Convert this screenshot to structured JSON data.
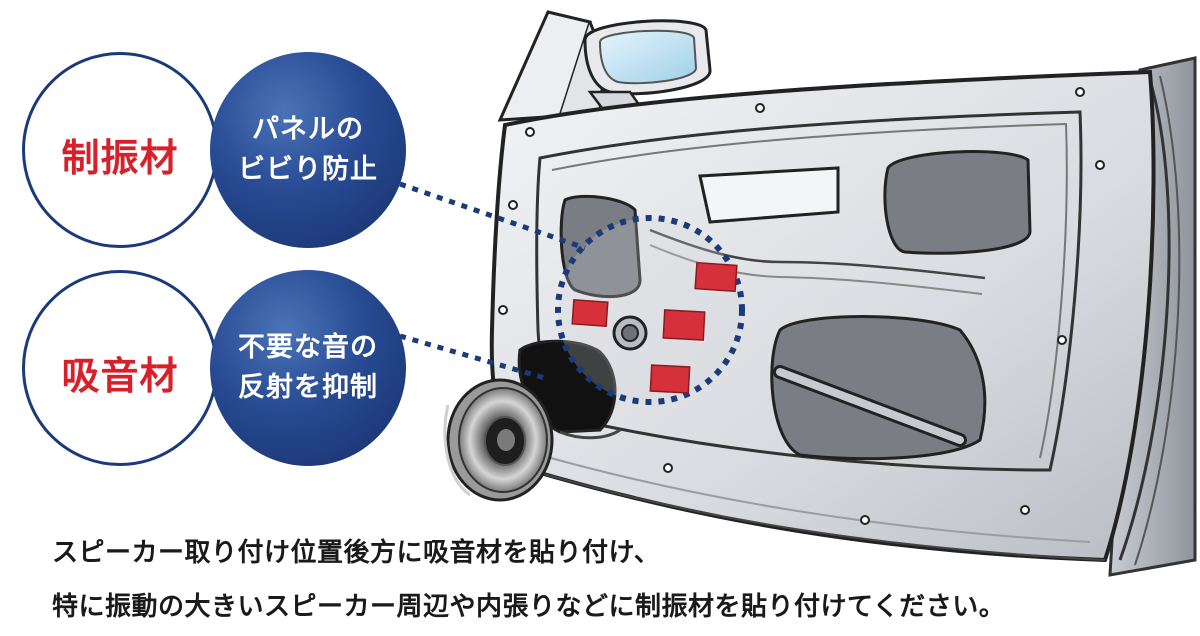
{
  "labels": {
    "damping": {
      "name": "制振材",
      "effect": [
        "パネルの",
        "ビビり防止"
      ]
    },
    "absorbing": {
      "name": "吸音材",
      "effect": [
        "不要な音の",
        "反射を抑制"
      ]
    }
  },
  "caption": {
    "line1": "スピーカー取り付け位置後方に吸音材を貼り付け、",
    "line2": "特に振動の大きいスピーカー周辺や内張りなどに制振材を貼り付けてください。"
  },
  "colors": {
    "accent_red": "#d8202a",
    "navy": "#1a3a7a",
    "damping_pad": "#d6303a",
    "dotted_line": "#1a3a7a"
  },
  "icons": [
    "door-panel-illustration",
    "side-mirror-icon",
    "speaker-icon",
    "damping-pad-icon",
    "absorbing-material-icon"
  ]
}
